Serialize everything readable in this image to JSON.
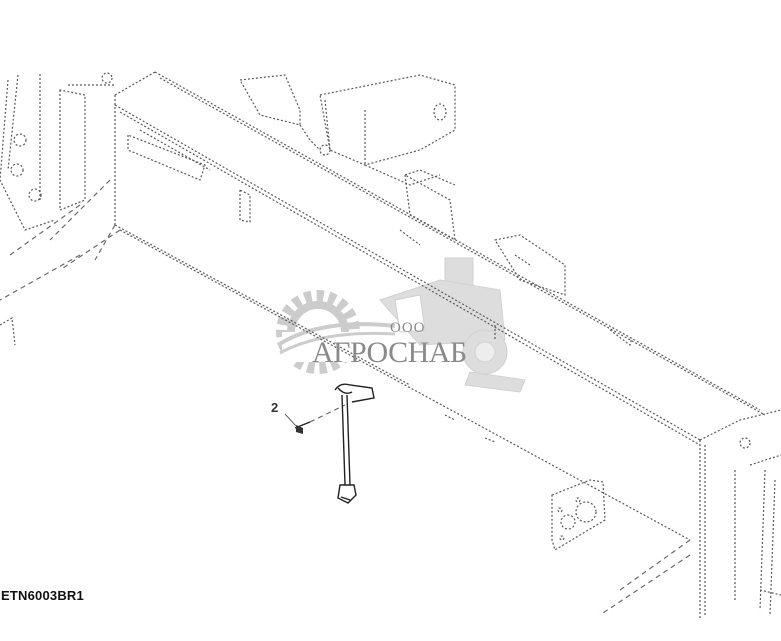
{
  "diagram": {
    "type": "parts-catalog-exploded-view",
    "figure_id": "ETN6003BR1",
    "callouts": [
      {
        "number": "2",
        "part": "bolt"
      }
    ],
    "parts_shown": [
      "frame-beam",
      "mounting-bracket",
      "bolt",
      "sensor-rod-with-connector"
    ],
    "line_style": "dashed-isometric",
    "colors": {
      "line": "#5a5a5a",
      "part": "#222222",
      "background": "#ffffff",
      "watermark": "#9a9a9a"
    }
  },
  "watermark": {
    "prefix": "ООО",
    "name": "АГРОСНАБ",
    "icons": [
      "gear-icon",
      "combine-harvester-icon"
    ]
  }
}
